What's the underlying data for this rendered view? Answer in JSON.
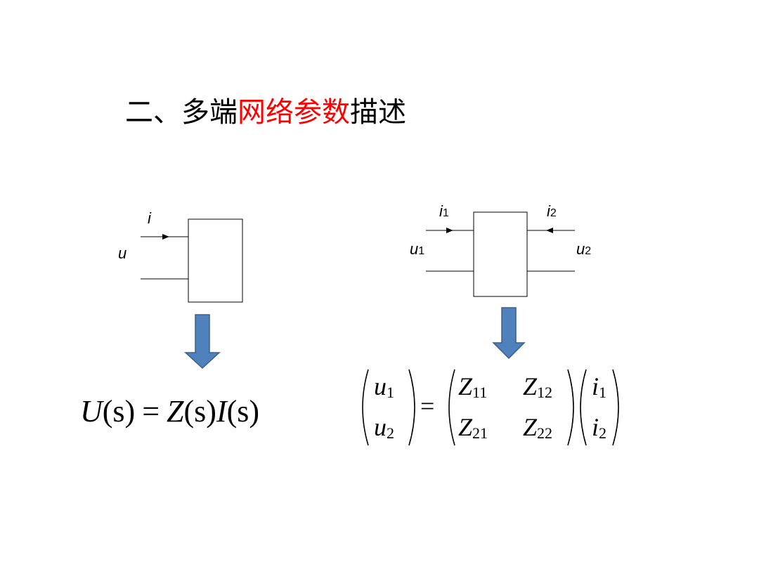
{
  "title": {
    "prefix": "二、多端",
    "highlight": "网络参数",
    "suffix": "描述",
    "highlight_color": "#ff0000"
  },
  "one_port": {
    "current_label": "i",
    "voltage_label": "u",
    "equation": {
      "U": "U",
      "s1": "(s)",
      "eq": "=",
      "Z": "Z",
      "s2": "(s)",
      "I": "I",
      "s3": "(s)"
    }
  },
  "two_port": {
    "i1": "i",
    "i1_sub": "1",
    "i2": "i",
    "i2_sub": "2",
    "u1": "u",
    "u1_sub": "1",
    "u2": "u",
    "u2_sub": "2",
    "matrix": {
      "lhs": [
        {
          "sym": "u",
          "sub": "1"
        },
        {
          "sym": "u",
          "sub": "2"
        }
      ],
      "eq": "=",
      "Z": [
        {
          "sym": "Z",
          "sub": "11"
        },
        {
          "sym": "Z",
          "sub": "12"
        },
        {
          "sym": "Z",
          "sub": "21"
        },
        {
          "sym": "Z",
          "sub": "22"
        }
      ],
      "rhs": [
        {
          "sym": "i",
          "sub": "1"
        },
        {
          "sym": "i",
          "sub": "2"
        }
      ]
    }
  },
  "arrow_color": "#4f81bd",
  "arrow_border": "#3a5f8e"
}
